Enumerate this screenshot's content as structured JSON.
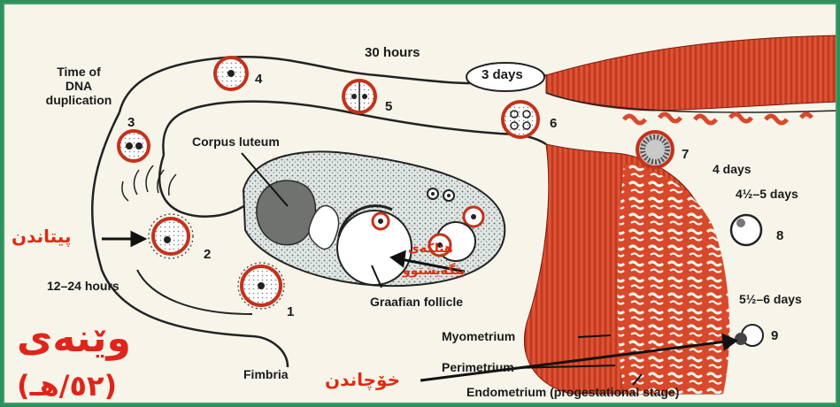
{
  "diagram": {
    "labels": {
      "time_of_dna_duplication": "Time of\nDNA\nduplication",
      "thirty_hours": "30 hours",
      "three_days": "3 days",
      "corpus_luteum": "Corpus luteum",
      "four_days": "4 days",
      "four_half_five_days": "4½–5 days",
      "five_half_six_days": "5½–6 days",
      "twelve_24_hours": "12–24 hours",
      "graafian_follicle": "Graafian follicle",
      "myometrium": "Myometrium",
      "perimetrium": "Perimetrium",
      "endometrium": "Endometrium (progestational stage)",
      "fimbria": "Fimbria"
    },
    "stage_numbers": [
      "1",
      "2",
      "3",
      "4",
      "5",
      "6",
      "7",
      "8",
      "9"
    ],
    "kurdish": {
      "fertilization": "پیتاندن",
      "egg_released": "هێلکەی",
      "egg_released_2": "پێگەیشتوو",
      "implantation": "خۆچاندن",
      "figure_title": "وێنەی",
      "figure_number": "(٥٢/هـ)"
    },
    "colors": {
      "uterus_red": "#d8482b",
      "kurdish_text": "#e0241a",
      "frame_green": "#2e8f5a"
    }
  }
}
